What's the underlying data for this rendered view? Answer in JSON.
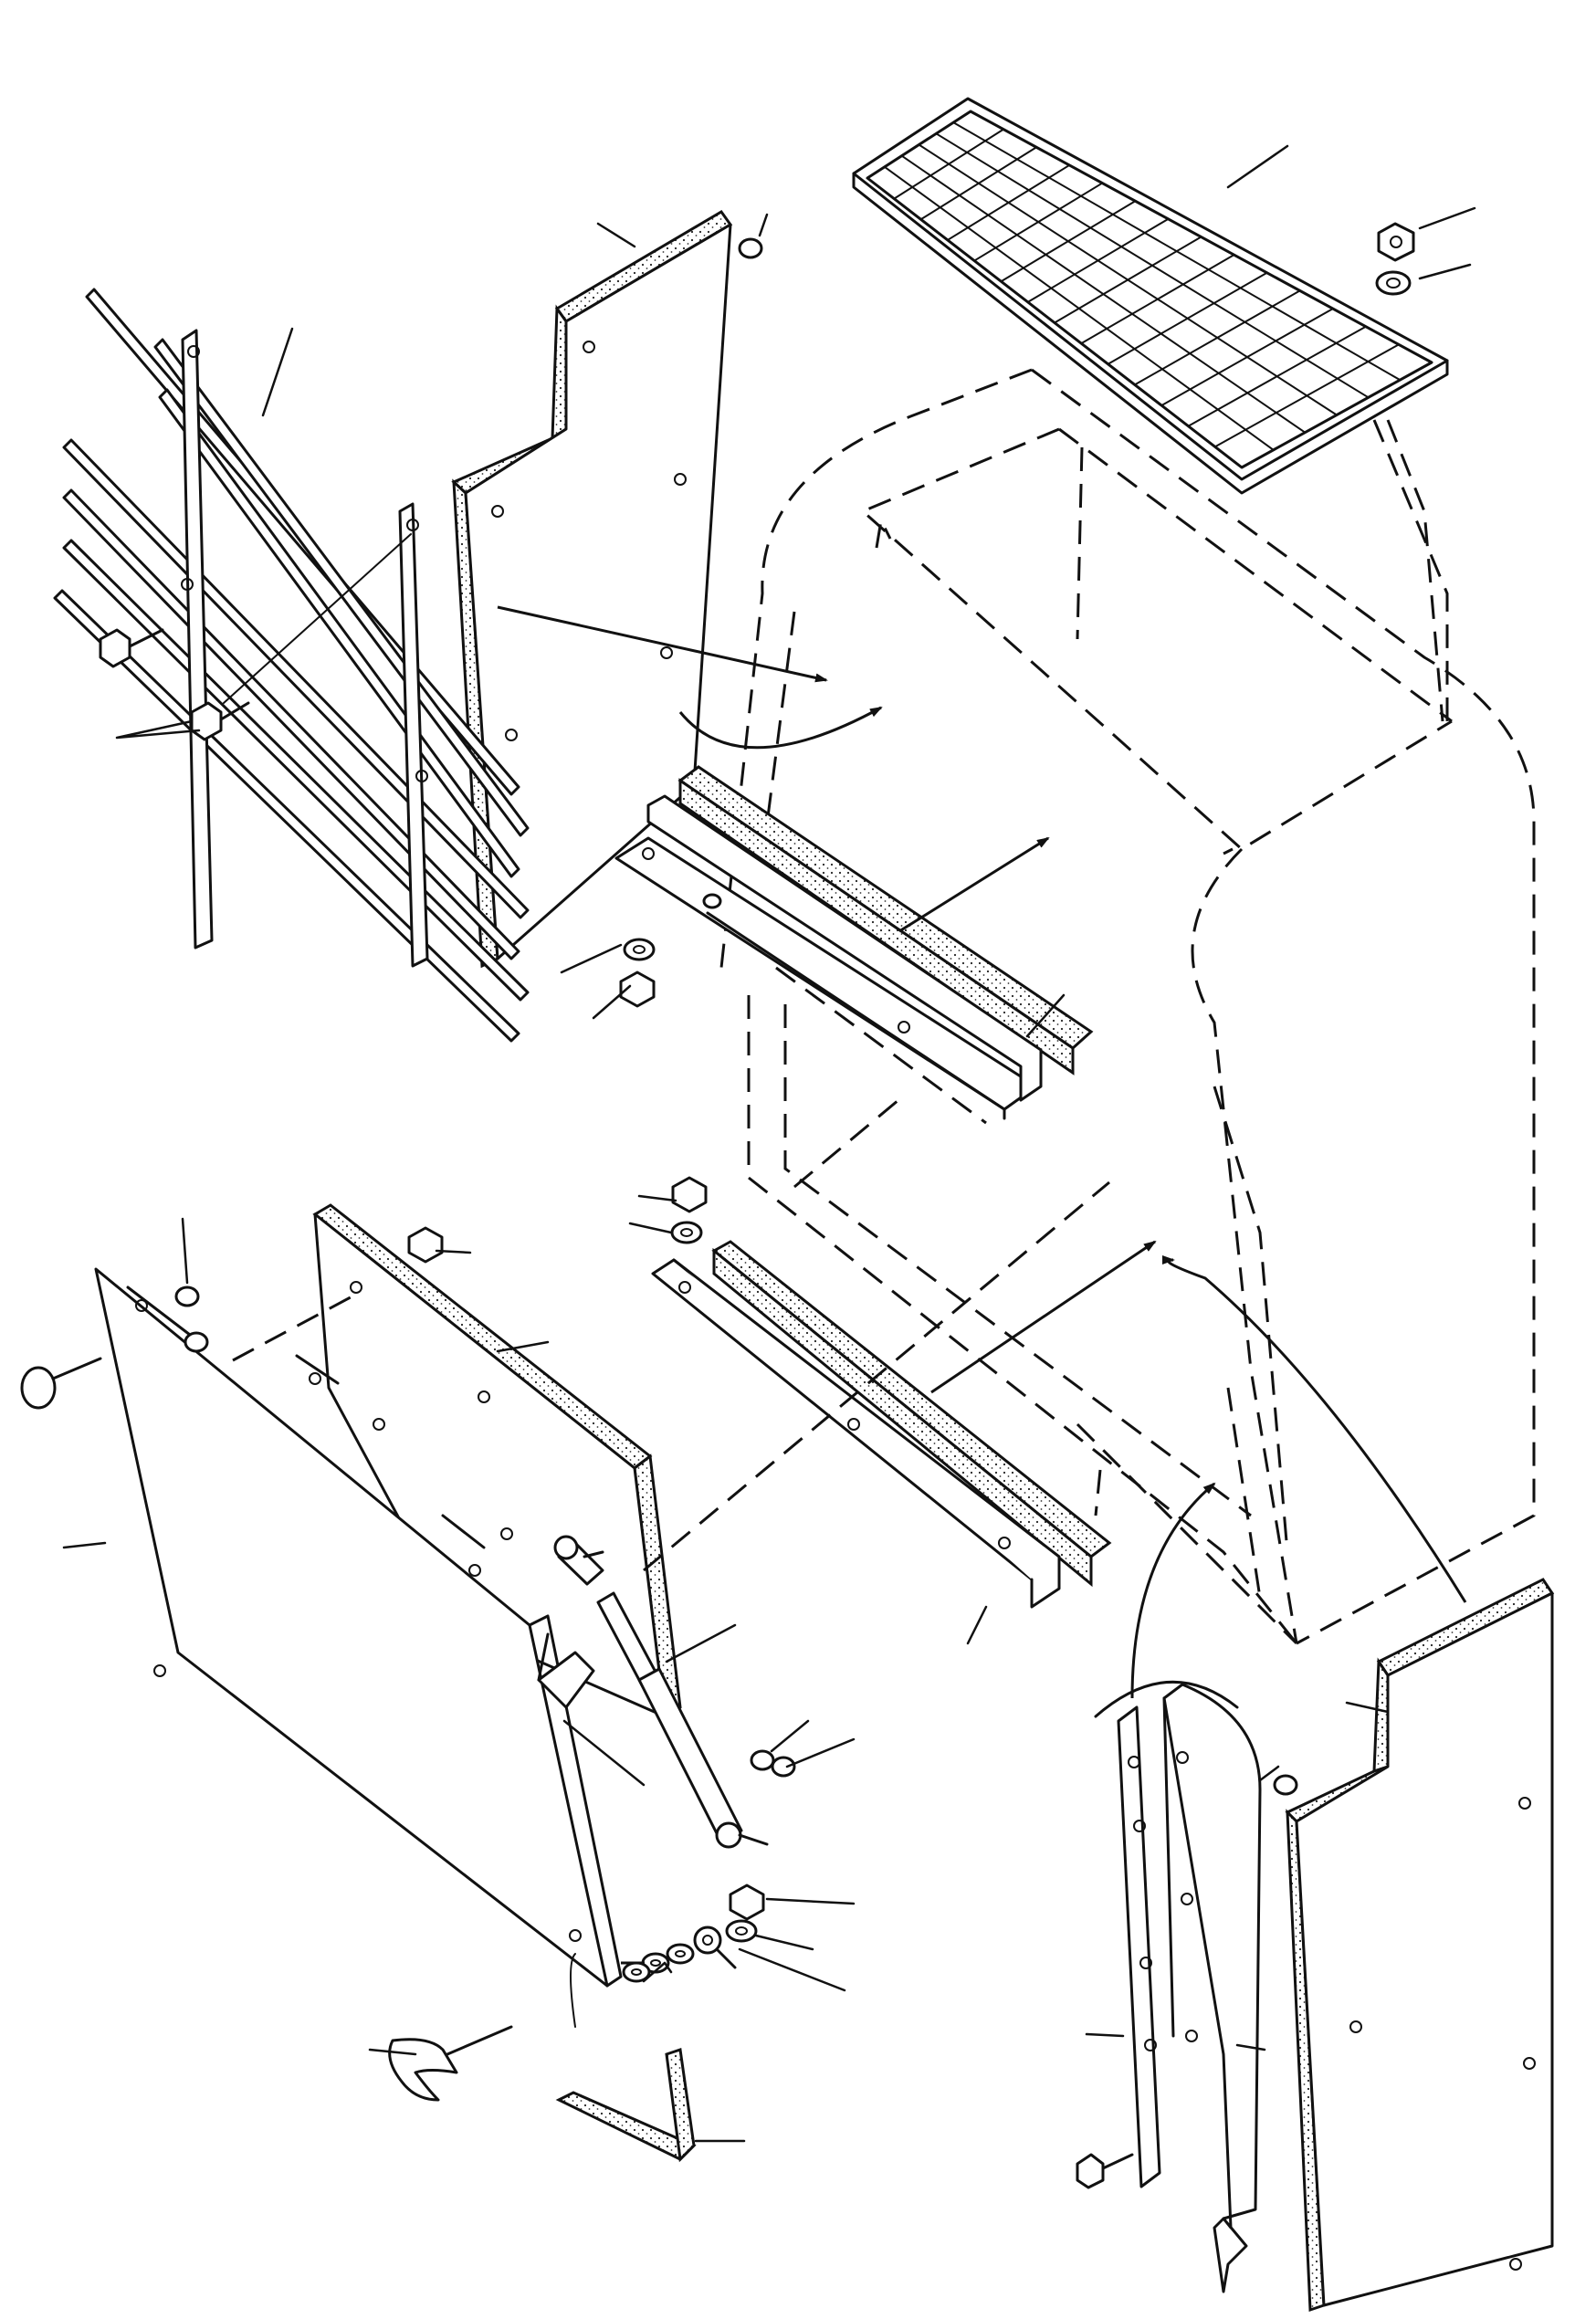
{
  "diagram": {
    "kind": "exploded-parts-view",
    "parts": [
      {
        "id": "top-screen",
        "icon": "mesh-grille"
      },
      {
        "id": "front-louver-grille",
        "icon": "louver-grille"
      },
      {
        "id": "left-upper-seal-panel",
        "icon": "foam-panel"
      },
      {
        "id": "upper-sill-bracket",
        "icon": "angle-bracket"
      },
      {
        "id": "upper-foam-strip",
        "icon": "foam-strip"
      },
      {
        "id": "lower-sill-bracket",
        "icon": "angle-bracket"
      },
      {
        "id": "lower-foam-strip",
        "icon": "foam-strip"
      },
      {
        "id": "side-door",
        "icon": "door-panel"
      },
      {
        "id": "door-seal-panel",
        "icon": "foam-panel"
      },
      {
        "id": "gas-strut",
        "icon": "gas-spring"
      },
      {
        "id": "wing-bolt",
        "icon": "wing-bolt"
      },
      {
        "id": "corner-seal",
        "icon": "foam-angle"
      },
      {
        "id": "right-seal-panel",
        "icon": "foam-panel"
      },
      {
        "id": "hinge-strap",
        "icon": "flat-strap"
      },
      {
        "id": "curved-cover",
        "icon": "curved-plate"
      },
      {
        "id": "housing-outline",
        "icon": "phantom-housing"
      }
    ],
    "hardware": [
      "nut",
      "washer",
      "bolt",
      "lock-washer",
      "rod-end"
    ]
  }
}
